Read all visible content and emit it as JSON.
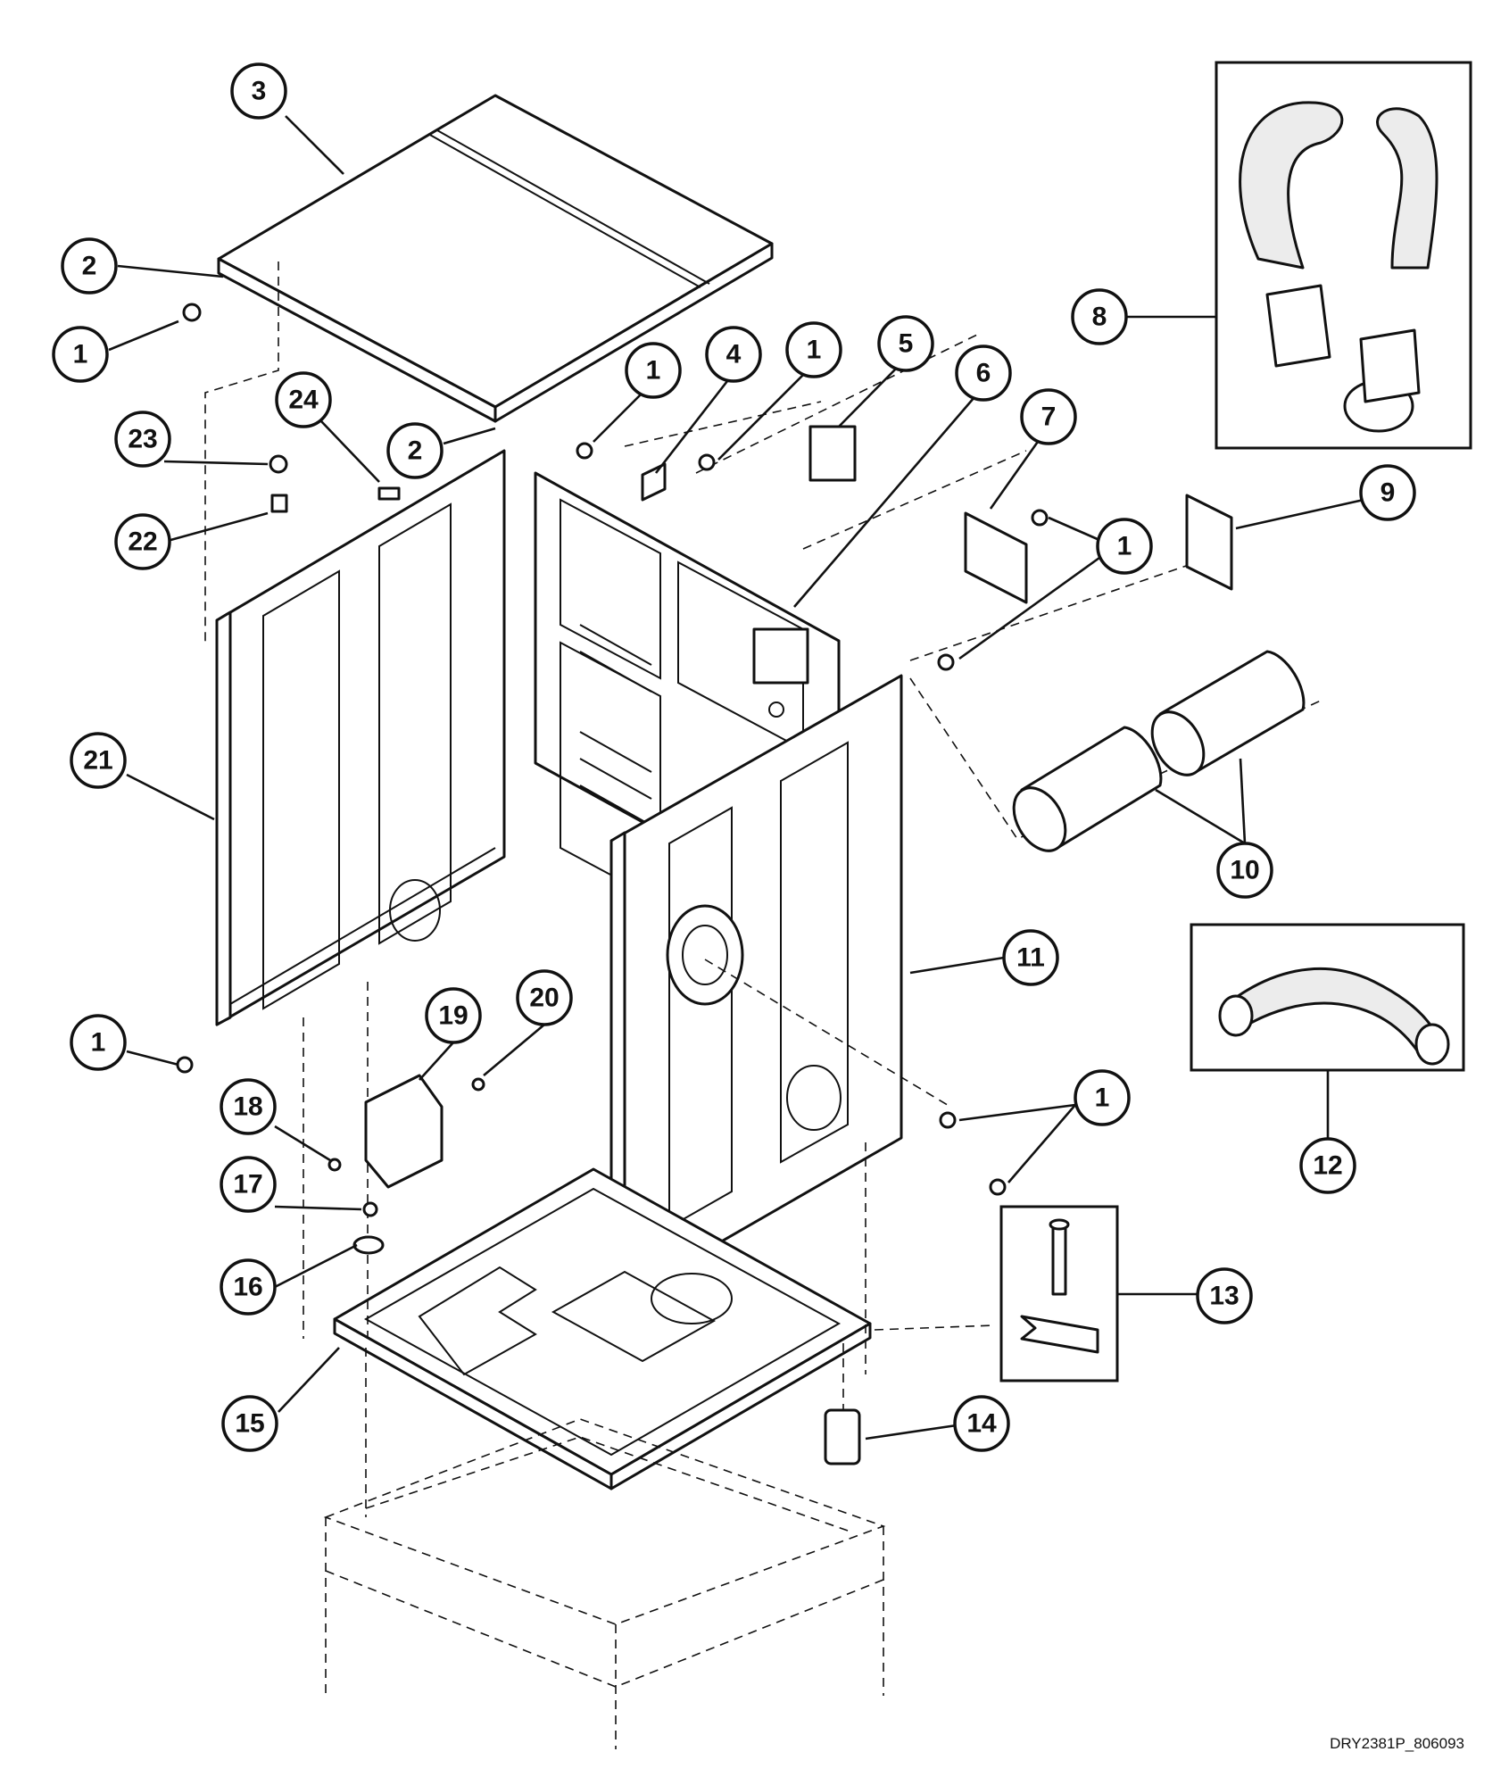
{
  "drawing_code": "DRY2381P_806093",
  "callouts": [
    {
      "id": "c-3",
      "label": "3"
    },
    {
      "id": "c-2a",
      "label": "2"
    },
    {
      "id": "c-1a",
      "label": "1"
    },
    {
      "id": "c-2b",
      "label": "2"
    },
    {
      "id": "c-24",
      "label": "24"
    },
    {
      "id": "c-23",
      "label": "23"
    },
    {
      "id": "c-22",
      "label": "22"
    },
    {
      "id": "c-1b",
      "label": "1"
    },
    {
      "id": "c-4",
      "label": "4"
    },
    {
      "id": "c-1c",
      "label": "1"
    },
    {
      "id": "c-5",
      "label": "5"
    },
    {
      "id": "c-6",
      "label": "6"
    },
    {
      "id": "c-7",
      "label": "7"
    },
    {
      "id": "c-8",
      "label": "8"
    },
    {
      "id": "c-9",
      "label": "9"
    },
    {
      "id": "c-1d",
      "label": "1"
    },
    {
      "id": "c-21",
      "label": "21"
    },
    {
      "id": "c-10",
      "label": "10"
    },
    {
      "id": "c-11",
      "label": "11"
    },
    {
      "id": "c-12",
      "label": "12"
    },
    {
      "id": "c-1e",
      "label": "1"
    },
    {
      "id": "c-19",
      "label": "19"
    },
    {
      "id": "c-20",
      "label": "20"
    },
    {
      "id": "c-18",
      "label": "18"
    },
    {
      "id": "c-17",
      "label": "17"
    },
    {
      "id": "c-16",
      "label": "16"
    },
    {
      "id": "c-1f",
      "label": "1"
    },
    {
      "id": "c-13",
      "label": "13"
    },
    {
      "id": "c-15",
      "label": "15"
    },
    {
      "id": "c-14",
      "label": "14"
    }
  ]
}
